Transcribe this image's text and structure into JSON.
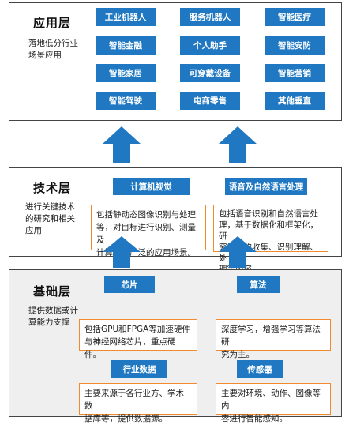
{
  "colors": {
    "blue": "#1f78c1",
    "orange": "#f08a2a",
    "border": "#444444",
    "bottom_bg": "#efefef"
  },
  "application": {
    "title": "应用层",
    "desc_lines": [
      "落地低分行业",
      "场景应用"
    ],
    "items": [
      "工业机器人",
      "服务机器人",
      "智能医疗",
      "智能金融",
      "个人助手",
      "智能安防",
      "智能家居",
      "可穿戴设备",
      "智能营销",
      "智能驾驶",
      "电商零售",
      "其他垂直"
    ]
  },
  "technology": {
    "title": "技术层",
    "desc_lines": [
      "进行关键技术",
      "的研究和相关",
      "应用"
    ],
    "cv": {
      "label": "计算机视觉",
      "desc_lines": [
        "包括静动态图像识别与处理",
        "等，对目标进行识别、测量及",
        "计算，有广泛的应用场景。"
      ]
    },
    "nlp": {
      "label": "语音及自然语言处理",
      "desc_lines": [
        "包括语音识别和自然语言处",
        "理，基于数据化和框架化，研",
        "究语言的收集、识别理解、处",
        "理等内容。"
      ]
    }
  },
  "foundation": {
    "title": "基础层",
    "desc_lines": [
      "提供数据或计",
      "算能力支撑"
    ],
    "chip": {
      "label": "芯片",
      "desc_lines": [
        "包括GPU和FPGA等加速硬件",
        "与神经网络芯片，重点硬件。"
      ]
    },
    "algorithm": {
      "label": "算法",
      "desc_lines": [
        "深度学习，增强学习等算法研",
        "究为主。"
      ]
    },
    "industry_data": {
      "label": "行业数据",
      "desc_lines": [
        "主要来源于各行业方、学术数",
        "据库等，提供数据源。"
      ]
    },
    "sensor": {
      "label": "传感器",
      "desc_lines": [
        "主要对环境、动作、图像等内",
        "容进行智能感知。"
      ]
    }
  }
}
